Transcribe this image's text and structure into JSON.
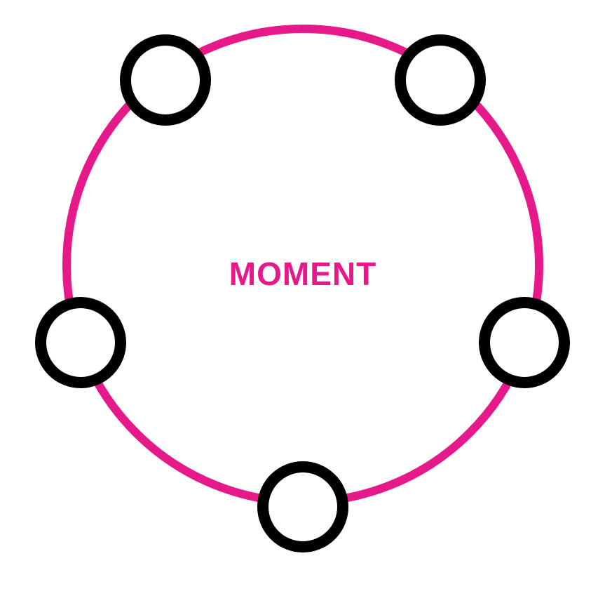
{
  "diagram": {
    "center_label": "MOMENT",
    "accent_color": "#e6198a",
    "node_color": "#000000",
    "node_fill": "#ffffff",
    "nodes": [
      {
        "name": "node-top-left"
      },
      {
        "name": "node-top-right"
      },
      {
        "name": "node-right"
      },
      {
        "name": "node-bottom"
      },
      {
        "name": "node-left"
      }
    ]
  }
}
